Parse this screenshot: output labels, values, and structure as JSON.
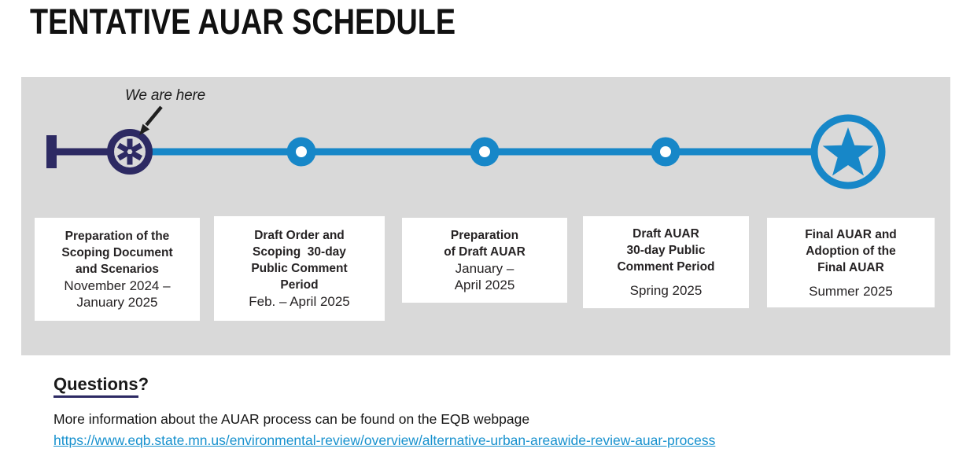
{
  "title": "TENTATIVE AUAR SCHEDULE",
  "timeline": {
    "annotation": "We are here",
    "colors": {
      "navy": "#2d2a63",
      "blue": "#1787c8",
      "panel_bg": "#d9d9d9",
      "link_blue": "#1791ce"
    },
    "markers": [
      {
        "icon": "asterisk-icon",
        "meaning": "current position"
      },
      {
        "icon": "dot-icon",
        "meaning": "milestone"
      },
      {
        "icon": "dot-icon",
        "meaning": "milestone"
      },
      {
        "icon": "dot-icon",
        "meaning": "milestone"
      },
      {
        "icon": "star-icon",
        "meaning": "final milestone"
      }
    ]
  },
  "cards": [
    {
      "title": "Preparation of the\nScoping Document\nand Scenarios",
      "date": "November 2024 –\nJanuary 2025"
    },
    {
      "title": "Draft Order and\nScoping  30-day\nPublic Comment\nPeriod",
      "date": "Feb. – April 2025"
    },
    {
      "title": "Preparation\nof Draft AUAR",
      "date": "January –\nApril 2025"
    },
    {
      "title": "Draft AUAR\n30-day Public\nComment Period",
      "date": "Spring 2025"
    },
    {
      "title": "Final AUAR and\nAdoption of the\nFinal AUAR",
      "date": "Summer 2025"
    }
  ],
  "footer": {
    "questions_label": "Questions",
    "questions_mark": "?",
    "info_text": "More information about the AUAR process can be found on the EQB webpage",
    "link_text": "https://www.eqb.state.mn.us/environmental-review/overview/alternative-urban-areawide-review-auar-process"
  }
}
